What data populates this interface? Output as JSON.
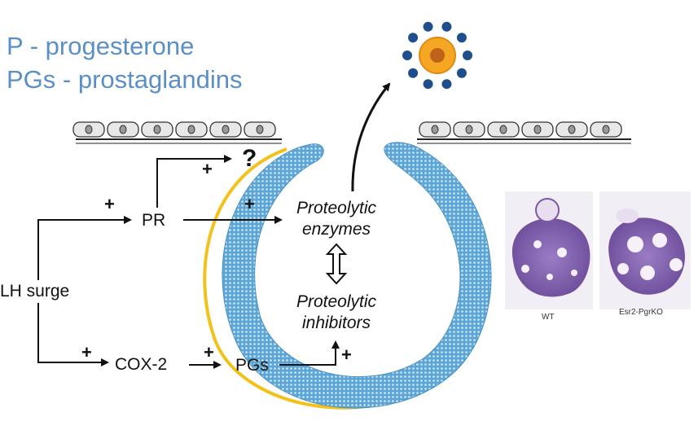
{
  "legend": {
    "line1": "P - progesterone",
    "line2": "PGs - prostaglandins"
  },
  "nodes": {
    "lh_surge": "LH surge",
    "pr": "PR",
    "cox2": "COX-2",
    "pgs": "PGs",
    "question": "?"
  },
  "signs": {
    "plus": "+"
  },
  "enzymes": {
    "line1": "Proteolytic",
    "line2": "enzymes"
  },
  "inhibitors": {
    "line1": "Proteolytic",
    "line2": "inhibitors"
  },
  "histology": {
    "left_label": "WT",
    "right_label": "Esr2-PgrKO"
  },
  "colors": {
    "legend_text": "#5b8fc7",
    "follicle_ring": "#5ba6d6",
    "follicle_outline": "#f2c21b",
    "oocyte_core": "#f5a623",
    "oocyte_center": "#c0621a",
    "cumulus_dots": "#1f4e8c",
    "tissue": "#7d5aa6"
  }
}
